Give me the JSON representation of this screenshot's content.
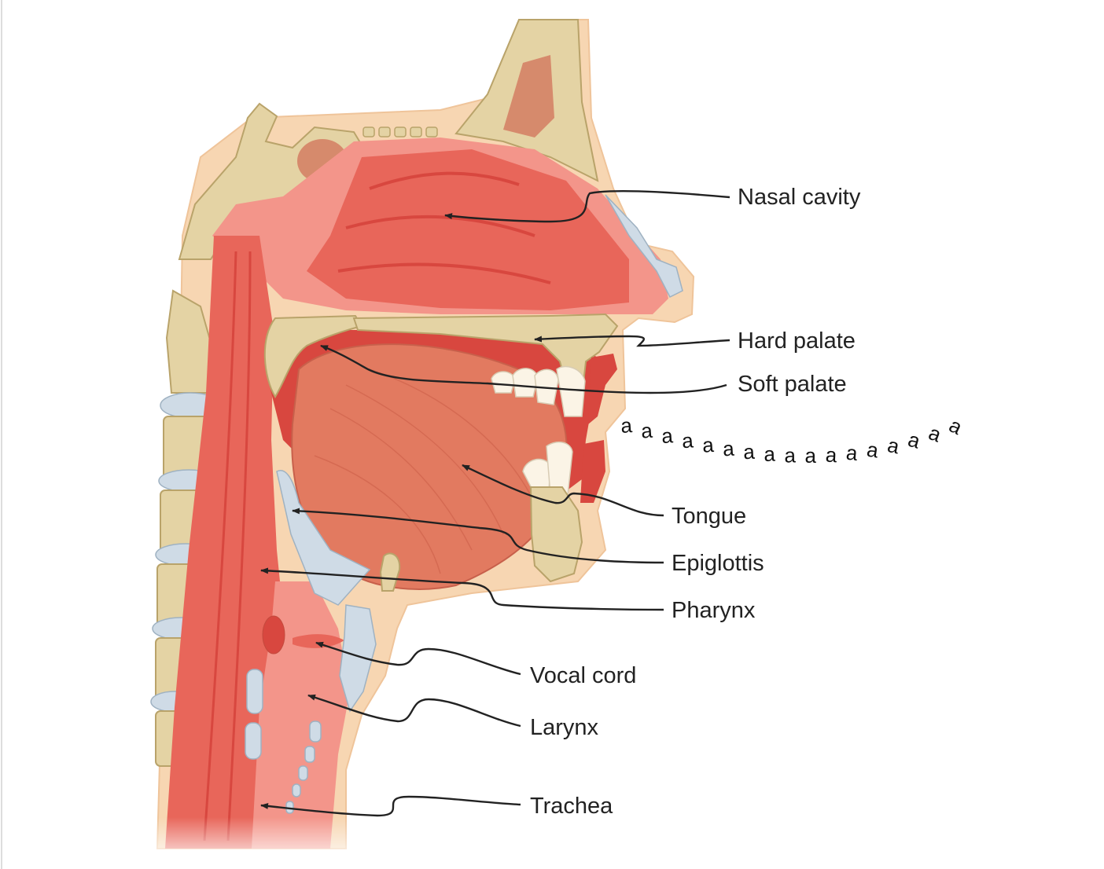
{
  "labels": {
    "nasal_cavity": "Nasal cavity",
    "hard_palate": "Hard palate",
    "soft_palate": "Soft palate",
    "tongue": "Tongue",
    "epiglottis": "Epiglottis",
    "pharynx": "Pharynx",
    "vocal_cord": "Vocal cord",
    "larynx": "Larynx",
    "trachea": "Trachea"
  },
  "sound_text": "aaaaaaaaaaaaaaaaa",
  "colors": {
    "tissue_dark": "#d8473f",
    "tissue_mid": "#e8665a",
    "tissue_light": "#f3958a",
    "tongue": "#e27a60",
    "bone": "#e4d3a4",
    "bone_outline": "#b9a36a",
    "skin": "#f7d6b2",
    "cartilage": "#cfdbe6",
    "teeth": "#fbf4e6"
  }
}
